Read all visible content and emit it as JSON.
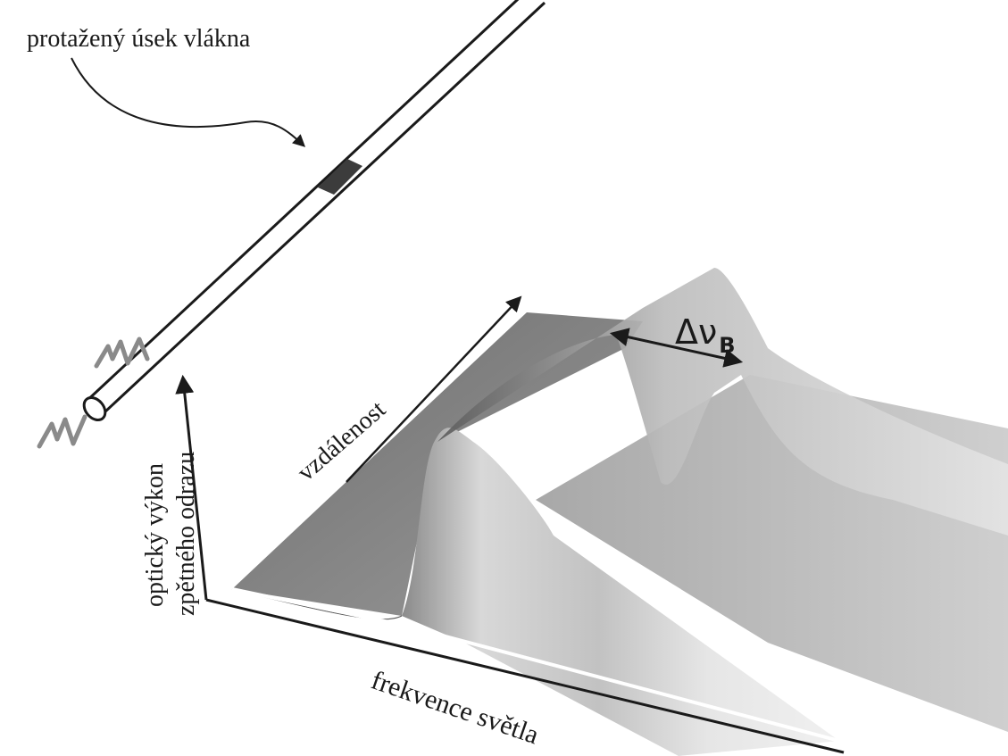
{
  "labels": {
    "fiber_section": "protažený úsek vlákna",
    "distance": "vzdálenost",
    "power_line1": "optický výkon",
    "power_line2": "zpětného odrazu",
    "frequency": "frekvence světla",
    "delta_symbol": "Δν",
    "delta_subscript": "B"
  },
  "colors": {
    "ink": "#1a1a1a",
    "surface_dark": "#7a7a7a",
    "surface_mid": "#b4b4b4",
    "surface_light": "#e2e2e2",
    "fiber_dark_segment": "#3c3c3c",
    "light_wave": "#8a8a8a"
  }
}
